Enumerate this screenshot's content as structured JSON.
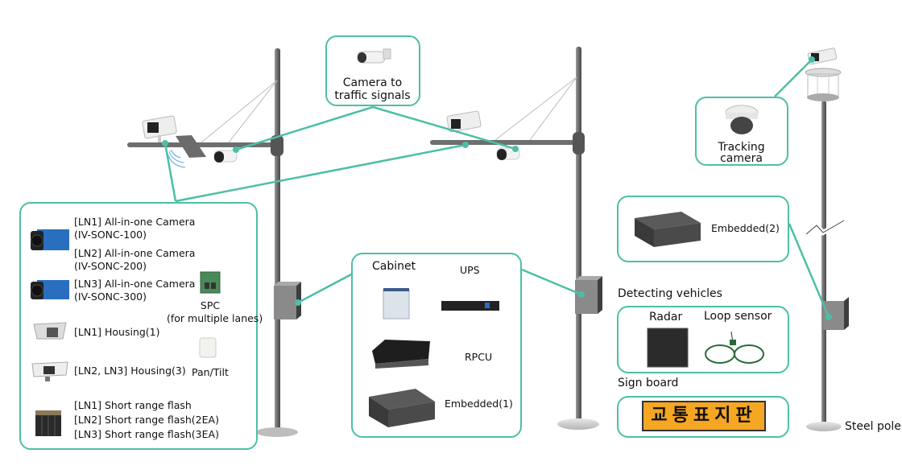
{
  "accent_color": "#4dbfa6",
  "callouts": {
    "camera_signals": {
      "label_line1": "Camera to",
      "label_line2": "traffic signals",
      "icon": "bullet-camera-icon"
    },
    "tracking": {
      "label_line1": "Tracking",
      "label_line2": "camera",
      "icon": "dome-camera-icon"
    }
  },
  "lane_equipment": {
    "items": [
      {
        "line1": "[LN1] All-in-one Camera",
        "line2": "(IV-SONC-100)",
        "icon": "box-camera-icon"
      },
      {
        "line1": "[LN2] All-in-one Camera",
        "line2": "(IV-SONC-200)"
      },
      {
        "line1": "[LN3] All-in-one Camera",
        "line2": "(IV-SONC-300)",
        "icon": "box-camera-icon"
      },
      {
        "line1": "[LN1] Housing(1)",
        "icon": "housing-icon"
      },
      {
        "line1": "[LN2, LN3] Housing(3)",
        "icon": "housing-icon"
      },
      {
        "line1": "[LN1] Short range flash",
        "line2": "[LN2] Short range flash(2EA)",
        "line3": "[LN3] Short range flash(3EA)",
        "icon": "flash-icon"
      }
    ],
    "spc": {
      "label": "SPC",
      "sub": "(for multiple lanes)"
    },
    "pan_tilt": {
      "label": "Pan/Tilt"
    }
  },
  "cabinet_box": {
    "cabinet": "Cabinet",
    "ups": "UPS",
    "rpcu": "RPCU",
    "embedded": "Embedded(1)"
  },
  "right_panel": {
    "embedded2": "Embedded(2)",
    "detecting_title": "Detecting vehicles",
    "radar": "Radar",
    "loop_sensor": "Loop sensor",
    "sign_title": "Sign board",
    "sign_text": "교통표지판"
  },
  "steel_pole": "Steel pole"
}
